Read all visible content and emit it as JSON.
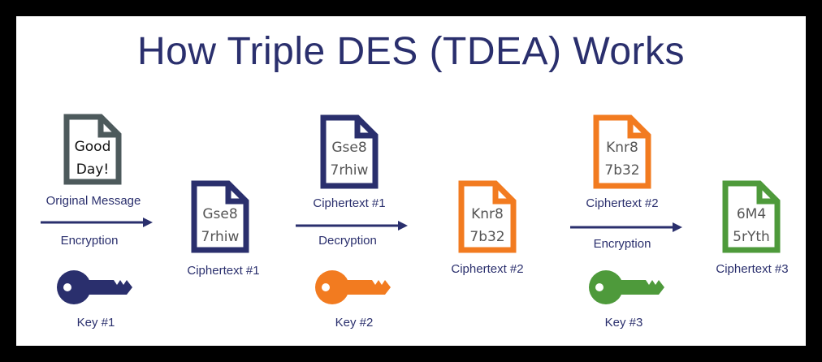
{
  "title": "How Triple DES (TDEA) Works",
  "colors": {
    "navy": "#2a2f6d",
    "gray": "#4d5a5c",
    "orange": "#f27b20",
    "green": "#4e9a3b"
  },
  "documents": [
    {
      "lines": [
        "Good",
        "Day!"
      ],
      "caption": "Original Message",
      "color": "gray"
    },
    {
      "lines": [
        "Gse8",
        "7rhiw"
      ],
      "caption": "Ciphertext #1",
      "color": "navy"
    },
    {
      "lines": [
        "Gse8",
        "7rhiw"
      ],
      "caption": "Ciphertext #1",
      "color": "navy"
    },
    {
      "lines": [
        "Knr8",
        "7b32"
      ],
      "caption": "Ciphertext #2",
      "color": "orange"
    },
    {
      "lines": [
        "Knr8",
        "7b32"
      ],
      "caption": "Ciphertext #2",
      "color": "orange"
    },
    {
      "lines": [
        "6M4",
        "5rYth"
      ],
      "caption": "Ciphertext #3",
      "color": "green"
    }
  ],
  "steps": [
    {
      "operation": "Encryption",
      "key_label": "Key #1",
      "key_color": "navy",
      "key_icon": "key-icon"
    },
    {
      "operation": "Decryption",
      "key_label": "Key #2",
      "key_color": "orange",
      "key_icon": "key-icon"
    },
    {
      "operation": "Encryption",
      "key_label": "Key #3",
      "key_color": "green",
      "key_icon": "key-icon"
    }
  ]
}
